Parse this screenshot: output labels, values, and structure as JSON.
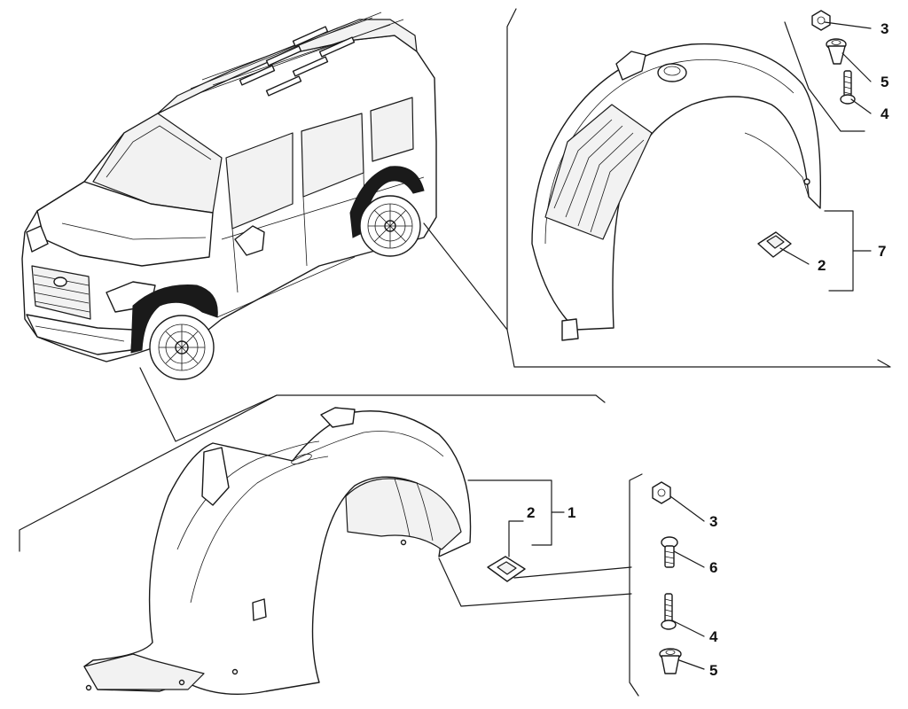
{
  "callouts": {
    "rear": [
      {
        "id": "rear-3",
        "number": "3",
        "part": "nut"
      },
      {
        "id": "rear-5",
        "number": "5",
        "part": "push-fastener"
      },
      {
        "id": "rear-4",
        "number": "4",
        "part": "screw"
      },
      {
        "id": "rear-7",
        "number": "7",
        "part": "rear-wheel-arch-liner-assembly"
      },
      {
        "id": "rear-2",
        "number": "2",
        "part": "clip-nut"
      }
    ],
    "front": [
      {
        "id": "front-2",
        "number": "2",
        "part": "clip-nut"
      },
      {
        "id": "front-1",
        "number": "1",
        "part": "front-wheel-arch-liner-assembly"
      },
      {
        "id": "front-3",
        "number": "3",
        "part": "nut"
      },
      {
        "id": "front-6",
        "number": "6",
        "part": "screw"
      },
      {
        "id": "front-4",
        "number": "4",
        "part": "screw"
      },
      {
        "id": "front-5",
        "number": "5",
        "part": "push-fastener"
      }
    ]
  },
  "icons": {
    "vehicle": "van-outline-icon",
    "rear_liner": "wheel-arch-liner-icon",
    "front_liner": "wheel-arch-liner-icon",
    "nut": "hex-nut-icon",
    "screw": "screw-icon",
    "push_fastener": "push-fastener-icon",
    "clip": "clip-nut-icon"
  },
  "colors": {
    "line": "#1a1a1a",
    "background": "#ffffff"
  }
}
